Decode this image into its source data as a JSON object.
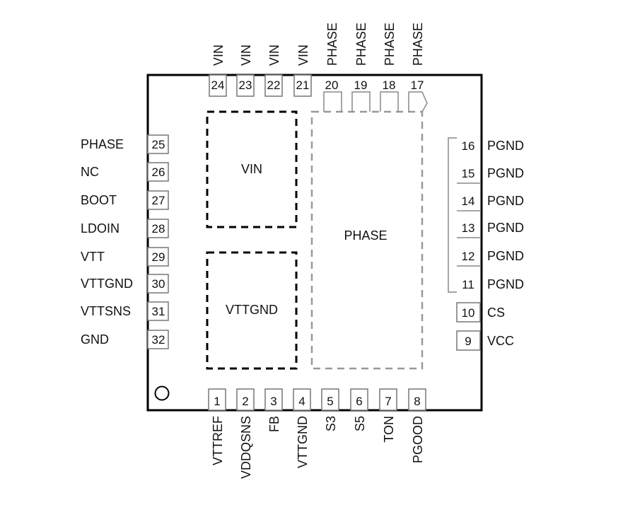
{
  "package": {
    "pad_regions": [
      {
        "id": "vin-pad",
        "label": "VIN",
        "style": "dashed-black"
      },
      {
        "id": "vttgnd-pad",
        "label": "VTTGND",
        "style": "dashed-black"
      },
      {
        "id": "phase-pad",
        "label": "PHASE",
        "style": "dashed-gray"
      }
    ]
  },
  "pins": {
    "bottom": [
      {
        "num": "1",
        "name": "VTTREF"
      },
      {
        "num": "2",
        "name": "VDDQSNS"
      },
      {
        "num": "3",
        "name": "FB"
      },
      {
        "num": "4",
        "name": "VTTGND"
      },
      {
        "num": "5",
        "name": "S3"
      },
      {
        "num": "6",
        "name": "S5"
      },
      {
        "num": "7",
        "name": "TON"
      },
      {
        "num": "8",
        "name": "PGOOD"
      }
    ],
    "right": [
      {
        "num": "9",
        "name": "VCC"
      },
      {
        "num": "10",
        "name": "CS"
      },
      {
        "num": "11",
        "name": "PGND"
      },
      {
        "num": "12",
        "name": "PGND"
      },
      {
        "num": "13",
        "name": "PGND"
      },
      {
        "num": "14",
        "name": "PGND"
      },
      {
        "num": "15",
        "name": "PGND"
      },
      {
        "num": "16",
        "name": "PGND"
      }
    ],
    "top": [
      {
        "num": "17",
        "name": "PHASE"
      },
      {
        "num": "18",
        "name": "PHASE"
      },
      {
        "num": "19",
        "name": "PHASE"
      },
      {
        "num": "20",
        "name": "PHASE"
      },
      {
        "num": "21",
        "name": "VIN"
      },
      {
        "num": "22",
        "name": "VIN"
      },
      {
        "num": "23",
        "name": "VIN"
      },
      {
        "num": "24",
        "name": "VIN"
      }
    ],
    "left": [
      {
        "num": "25",
        "name": "PHASE"
      },
      {
        "num": "26",
        "name": "NC"
      },
      {
        "num": "27",
        "name": "BOOT"
      },
      {
        "num": "28",
        "name": "LDOIN"
      },
      {
        "num": "29",
        "name": "VTT"
      },
      {
        "num": "30",
        "name": "VTTGND"
      },
      {
        "num": "31",
        "name": "VTTSNS"
      },
      {
        "num": "32",
        "name": "GND"
      }
    ]
  },
  "colors": {
    "outline": "#000000",
    "pin_box": "#777777",
    "phase_pad": "#999999",
    "text": "#111111"
  }
}
